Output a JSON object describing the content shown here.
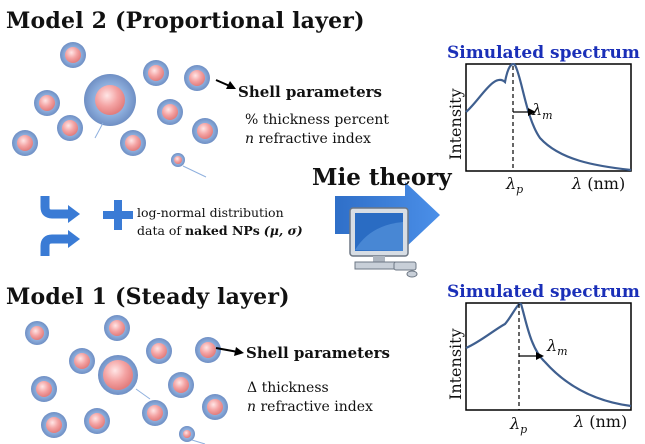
{
  "model2": {
    "title": "Model 2 (Proportional layer)",
    "shell_label": "Shell parameters",
    "param1_symbol": "%",
    "param1_text": "thickness percent",
    "param2_symbol": "n",
    "param2_text": "refractive index"
  },
  "model1": {
    "title": "Model 1 (Steady layer)",
    "shell_label": "Shell parameters",
    "param1_symbol": "Δ",
    "param1_text": "thickness",
    "param2_symbol": "n",
    "param2_text": "refractive index"
  },
  "middle": {
    "line1": "log-normal distribution",
    "line2_prefix": "data of",
    "line2_bold": "naked NPs",
    "line2_params": "(μ, σ)",
    "mie_label": "Mie theory"
  },
  "spectrum_top": {
    "title": "Simulated spectrum",
    "ylabel": "Intensity",
    "lambda_p": "λ",
    "lambda_p_sub": "p",
    "lambda_m": "λ",
    "lambda_m_sub": "m",
    "xlabel_sym": "λ",
    "xlabel_unit": "(nm)"
  },
  "spectrum_bottom": {
    "title": "Simulated spectrum",
    "ylabel": "Intensity",
    "lambda_p": "λ",
    "lambda_p_sub": "p",
    "lambda_m": "λ",
    "lambda_m_sub": "m",
    "xlabel_sym": "λ",
    "xlabel_unit": "(nm)"
  },
  "colors": {
    "shell": "#7d9ccc",
    "core": "#f4a0a0",
    "curve": "#3f5f8f",
    "spectrum_title": "#1a2fb8",
    "arrow_blue": "#3a7bd5"
  }
}
